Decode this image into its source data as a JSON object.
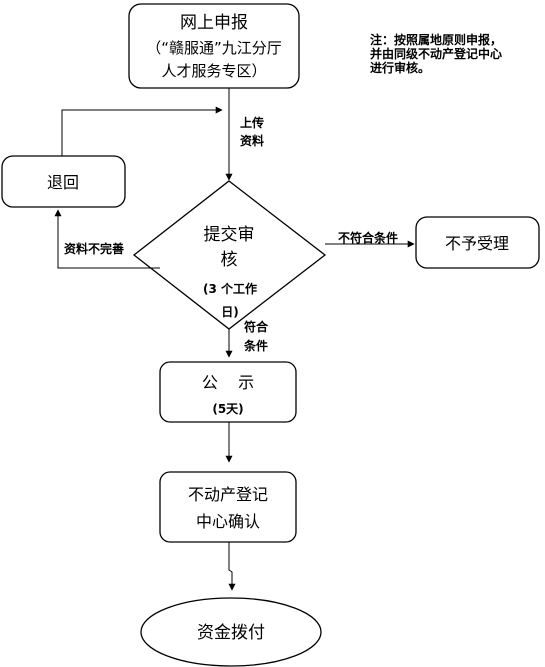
{
  "note": {
    "lines": [
      "注：按照属地原则申报，",
      "并由同级不动产登记中心",
      "进行审核。"
    ]
  },
  "nodes": {
    "online_apply": {
      "lines": [
        "网上申报",
        "（“赣服通”九江分厅",
        "人才服务专区）"
      ]
    },
    "return": {
      "label": "退回"
    },
    "review": {
      "lines": [
        "提交审",
        "核"
      ],
      "sub_lines": [
        "(3 个工作",
        "日)"
      ]
    },
    "reject": {
      "label": "不予受理"
    },
    "publicity": {
      "label": "公    示",
      "sub": "(5天)"
    },
    "confirm": {
      "lines": [
        "不动产登记",
        "中心确认"
      ]
    },
    "fund": {
      "label": "资金拨付"
    }
  },
  "edges": {
    "upload": [
      "上传",
      "资料"
    ],
    "incomplete": "资料不完善",
    "not_eligible": "不符合条件",
    "eligible": [
      "符合",
      "条件"
    ]
  }
}
